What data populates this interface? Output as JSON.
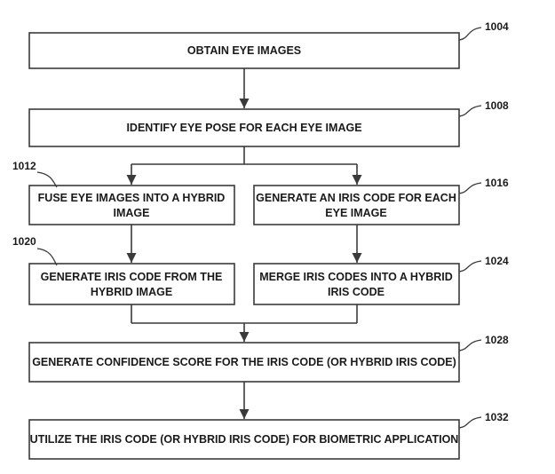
{
  "steps": {
    "s1004": {
      "ref": "1004",
      "lines": [
        "OBTAIN EYE IMAGES"
      ]
    },
    "s1008": {
      "ref": "1008",
      "lines": [
        "IDENTIFY EYE POSE FOR EACH EYE IMAGE"
      ]
    },
    "s1012": {
      "ref": "1012",
      "lines": [
        "FUSE EYE IMAGES INTO A HYBRID",
        "IMAGE"
      ]
    },
    "s1016": {
      "ref": "1016",
      "lines": [
        "GENERATE AN IRIS CODE FOR EACH",
        "EYE IMAGE"
      ]
    },
    "s1020": {
      "ref": "1020",
      "lines": [
        "GENERATE IRIS CODE FROM THE",
        "HYBRID IMAGE"
      ]
    },
    "s1024": {
      "ref": "1024",
      "lines": [
        "MERGE IRIS CODES INTO A HYBRID",
        "IRIS CODE"
      ]
    },
    "s1028": {
      "ref": "1028",
      "lines": [
        "GENERATE CONFIDENCE SCORE FOR THE IRIS CODE (OR HYBRID IRIS CODE)"
      ]
    },
    "s1032": {
      "ref": "1032",
      "lines": [
        "UTILIZE THE IRIS CODE (OR HYBRID IRIS CODE) FOR BIOMETRIC APPLICATION"
      ]
    }
  }
}
